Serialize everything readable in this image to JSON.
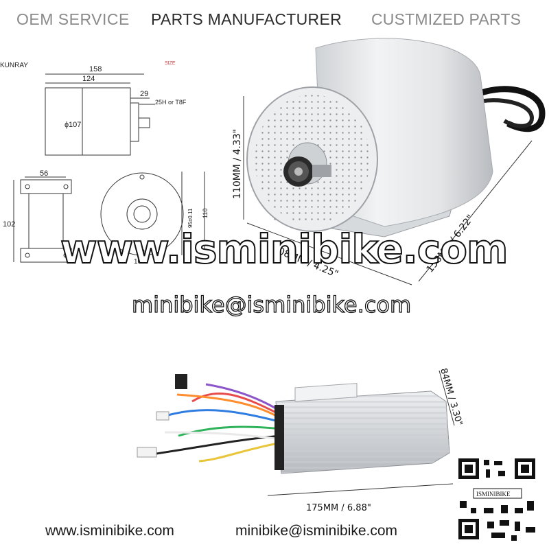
{
  "header": {
    "item1": "OEM SERVICE",
    "item2": "PARTS MANUFACTURER",
    "item3": "CUSTMIZED PARTS"
  },
  "drawing": {
    "brand": "KUNRAY",
    "size_label": "SIZE",
    "dim_158": "158",
    "dim_124": "124",
    "dim_29": "29",
    "sprocket": "25H or T8F",
    "diameter": "ɸ107",
    "dim_56": "56",
    "dim_102": "102",
    "dim_95": "95±0.11",
    "dim_110": "110",
    "dim_102b": "102"
  },
  "motor_dims": {
    "height": "110MM / 4.33\"",
    "width": "108MM / 4.25\"",
    "length": "158MM / 6.22\""
  },
  "watermark": "www.isminibike.com",
  "email_overlay": "minibike@isminibike.com",
  "controller_dims": {
    "height": "84MM / 3.30\"",
    "length": "175MM / 6.88\""
  },
  "qr_label": "ISMINIBIKE",
  "footer": {
    "website": "www.isminibike.com",
    "email": "minibike@isminibike.com"
  },
  "colors": {
    "motor_body": "#e4e6e8",
    "header_gray": "#8a8a8a",
    "dimension_red": "#d04040"
  }
}
